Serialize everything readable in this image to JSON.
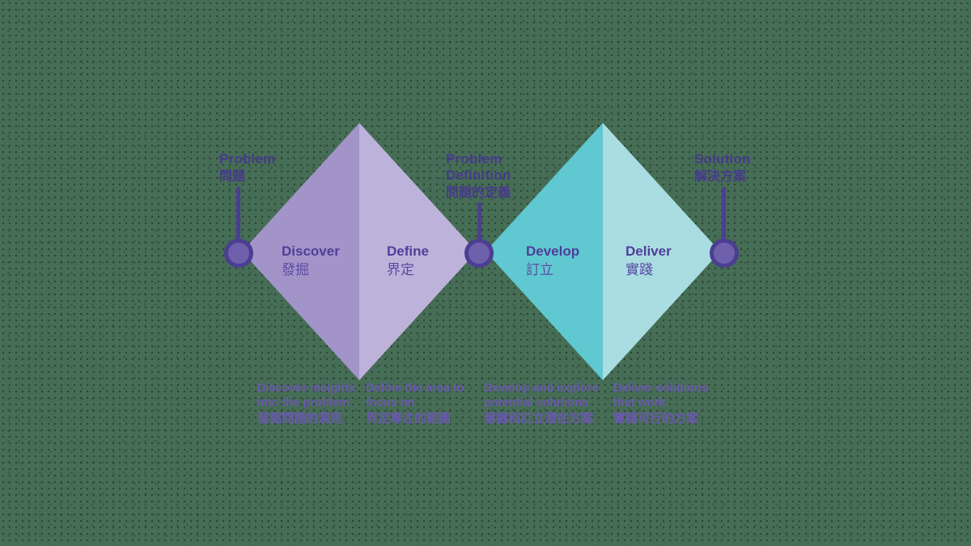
{
  "diagram": {
    "name": "double-diamond-design-process",
    "milestones": [
      {
        "title_lines": [
          "Problem"
        ],
        "zh": "問題"
      },
      {
        "title_lines": [
          "Problem",
          "Definition"
        ],
        "zh": "問題的定義"
      },
      {
        "title_lines": [
          "Solution"
        ],
        "zh": "解決方案"
      }
    ],
    "phases": [
      {
        "en": "Discover",
        "zh": "發掘",
        "caption_en_lines": [
          "Discover insights",
          "into the problem"
        ],
        "caption_zh": "發掘問題的洞見"
      },
      {
        "en": "Define",
        "zh": "界定",
        "caption_en_lines": [
          "Define the area to",
          "focus on"
        ],
        "caption_zh": "界定專注的範圍"
      },
      {
        "en": "Develop",
        "zh": "訂立",
        "caption_en_lines": [
          "Develop and explore",
          "potential solutions"
        ],
        "caption_zh": "發掘和訂立潛在方案"
      },
      {
        "en": "Deliver",
        "zh": "實踐",
        "caption_en_lines": [
          "Deliver solutions",
          "that work"
        ],
        "caption_zh": "實踐可行的方案"
      }
    ],
    "colors": {
      "background_green": "#466d55",
      "discover_fill": "#a294c8",
      "define_fill": "#bdb3da",
      "develop_fill": "#5fc8d1",
      "deliver_fill": "#a9dde2",
      "heading_purple": "#4f3e99",
      "caption_purple": "#6a58ad",
      "node_ring": "#4c3e93",
      "node_fill": "#6f60ab"
    }
  }
}
